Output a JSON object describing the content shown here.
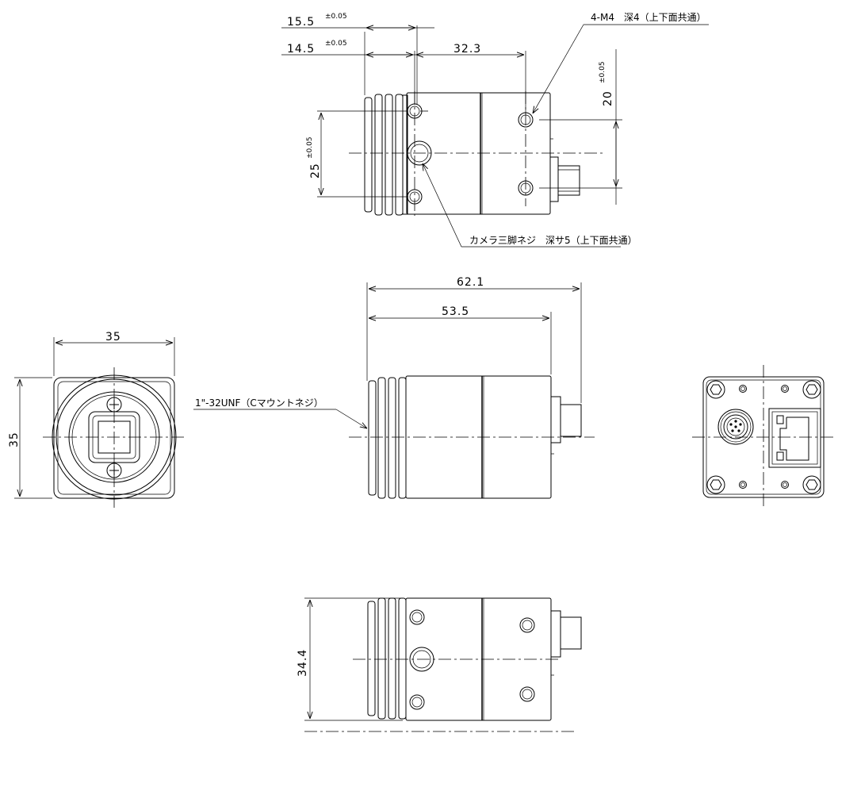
{
  "top_view": {
    "dim_15_5": "15.5",
    "dim_15_5_tol": "±0.05",
    "dim_14_5": "14.5",
    "dim_14_5_tol": "±0.05",
    "dim_32_3": "32.3",
    "dim_20": "20",
    "dim_20_tol": "±0.05",
    "dim_25": "25",
    "dim_25_tol": "±0.05",
    "note_m4": "4-M4　深4（上下面共通）",
    "note_tripod": "カメラ三脚ネジ　深サ5（上下面共通）"
  },
  "side_view": {
    "dim_62_1": "62.1",
    "dim_53_5": "53.5",
    "note_mount": "1\"-32UNF（Cマウントネジ）"
  },
  "front_view": {
    "dim_width": "35",
    "dim_height": "35"
  },
  "bottom_view": {
    "dim_34_4": "34.4"
  }
}
